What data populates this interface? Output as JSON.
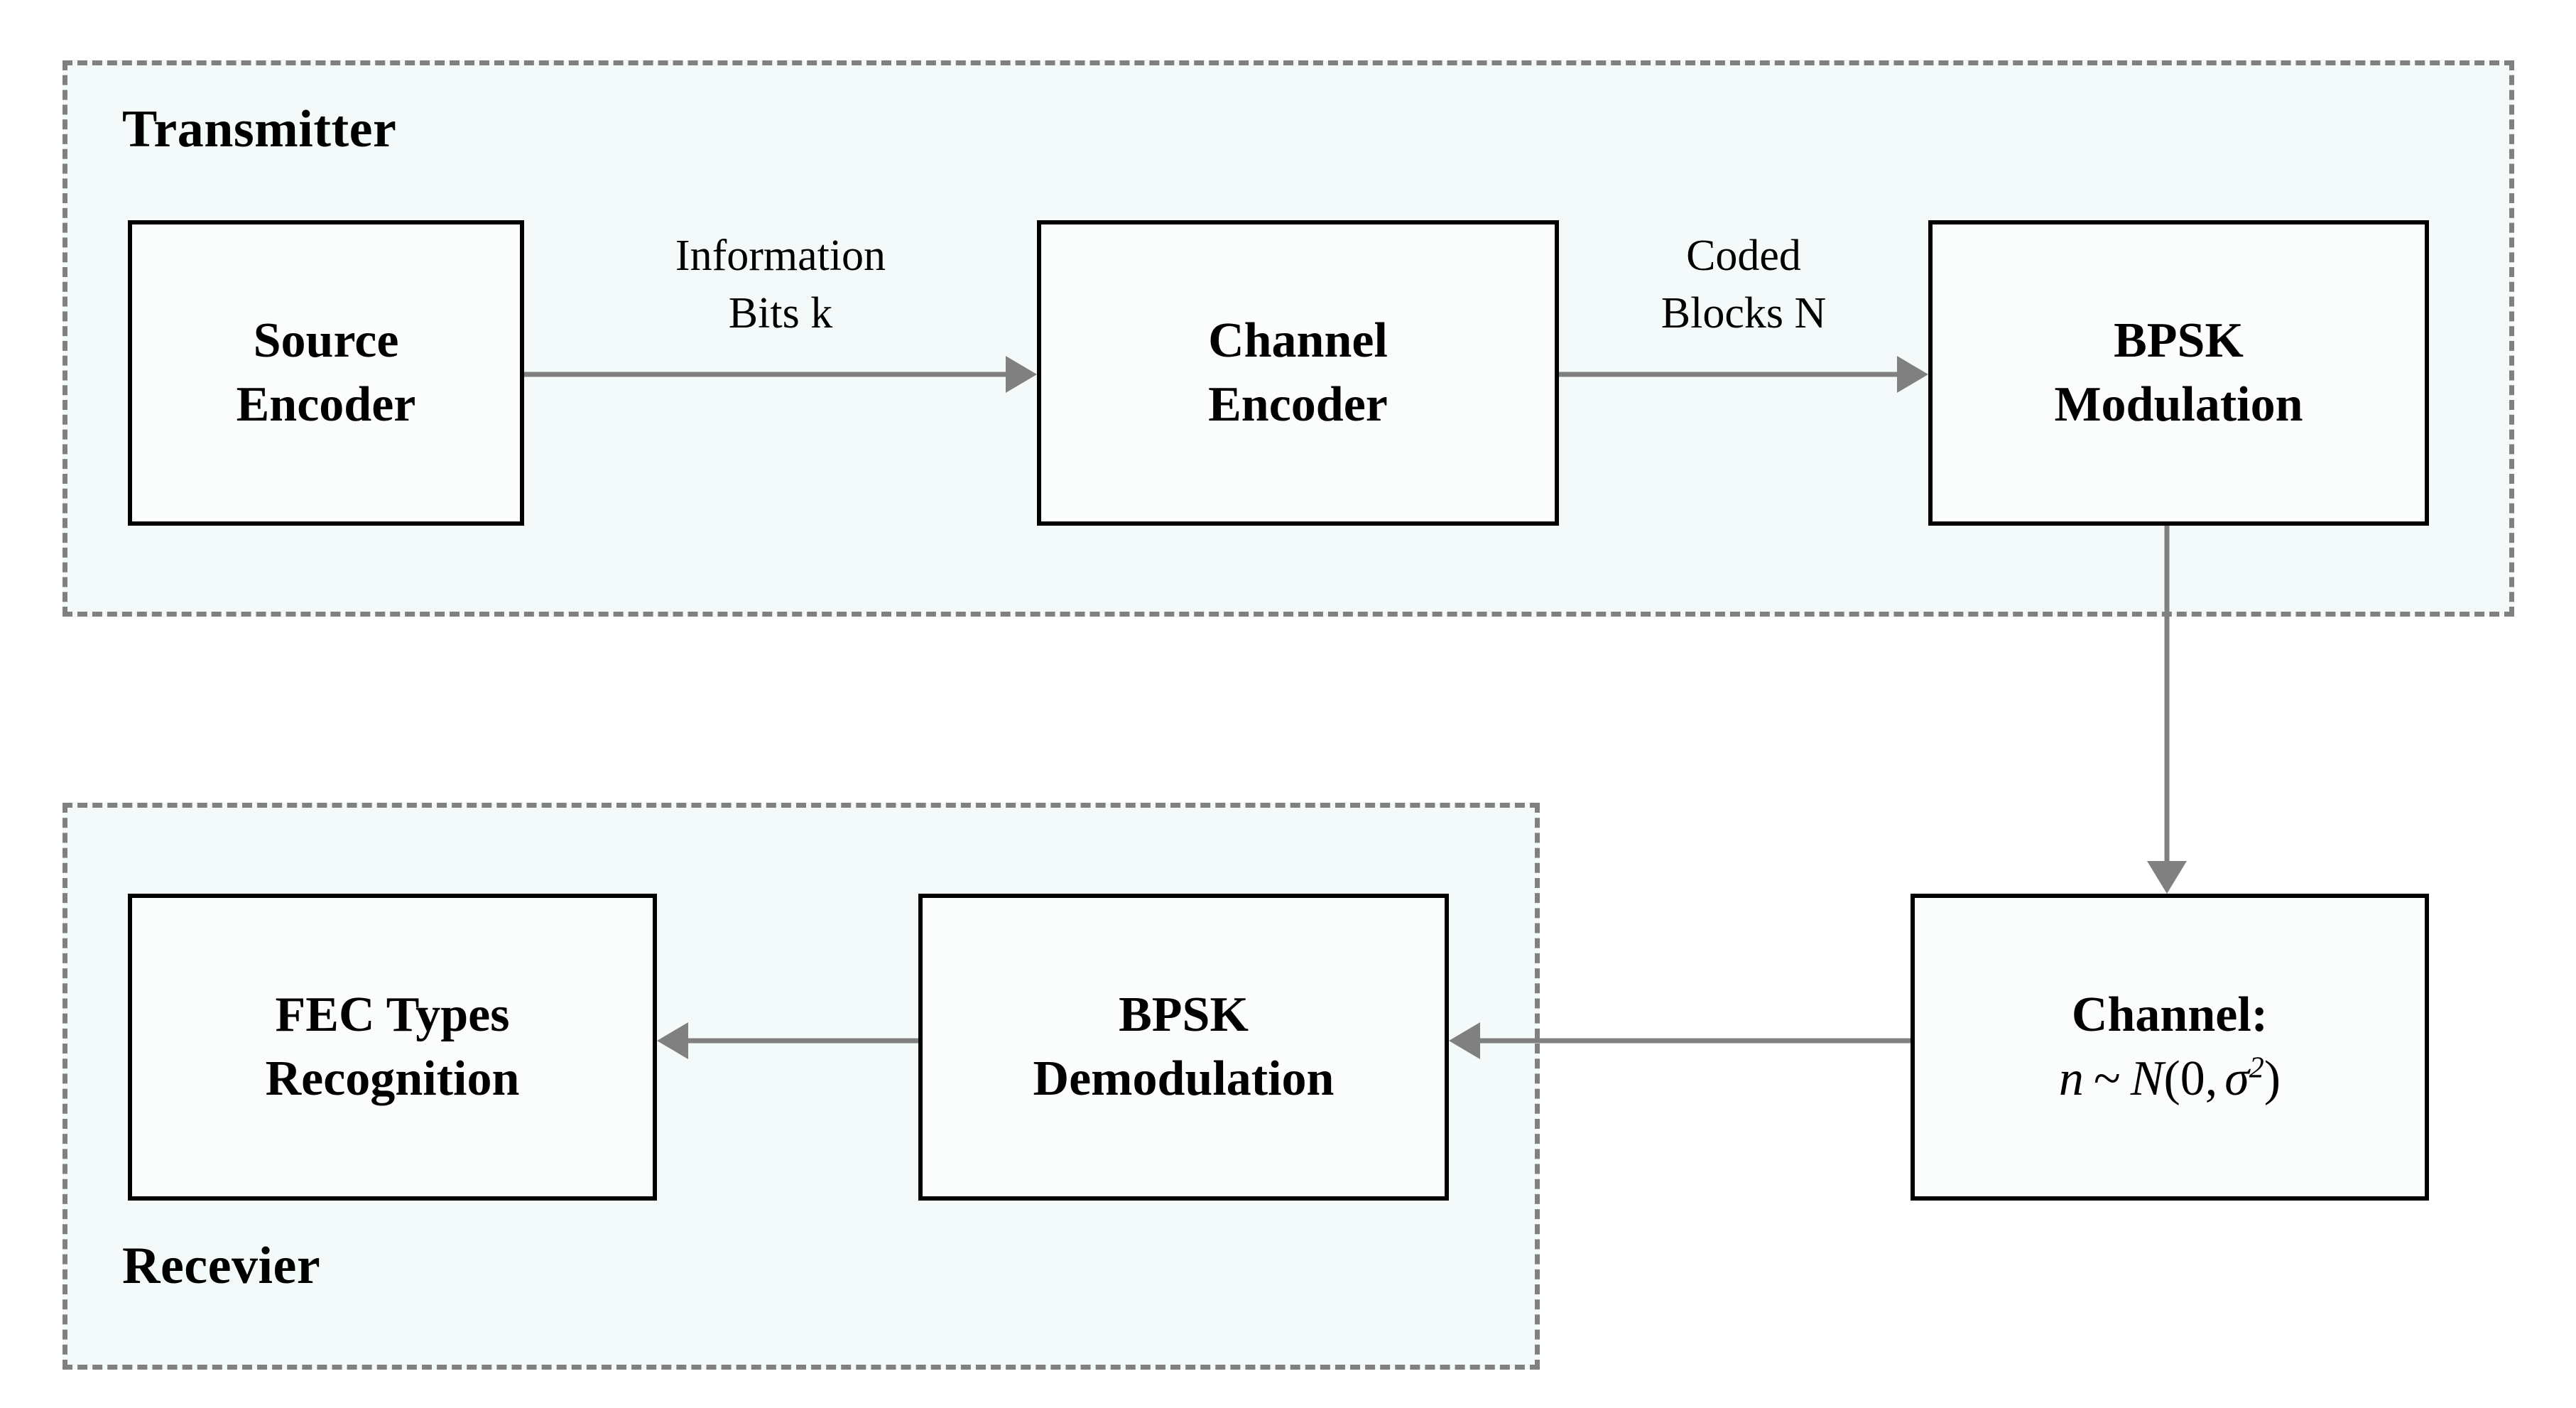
{
  "diagram": {
    "title": "FEC communication system block diagram",
    "colors": {
      "region_fill": "#f4fafa",
      "region_border": "#808080",
      "box_border": "#000000",
      "box_fill": "#fbfdfd",
      "arrow": "#808080",
      "text": "#000000"
    },
    "groups": [
      {
        "id": "transmitter",
        "label": "Transmitter"
      },
      {
        "id": "receiver",
        "label": "Recevier"
      }
    ],
    "boxes": [
      {
        "id": "source-encoder",
        "line1": "Source",
        "line2": "Encoder"
      },
      {
        "id": "channel-encoder",
        "line1": "Channel",
        "line2": "Encoder"
      },
      {
        "id": "bpsk-modulation",
        "line1": "BPSK",
        "line2": "Modulation"
      },
      {
        "id": "channel",
        "line1": "Channel:",
        "math_n": "n",
        "math_tilde": "~",
        "math_N": "N",
        "math_open": "(",
        "math_mean": "0",
        "math_comma": ",",
        "math_sigma": "σ",
        "math_exp": "2",
        "math_close": ")"
      },
      {
        "id": "bpsk-demodulation",
        "line1": "BPSK",
        "line2": "Demodulation"
      },
      {
        "id": "fec-recognition",
        "line1": "FEC Types",
        "line2": "Recognition"
      }
    ],
    "edges": [
      {
        "id": "source-to-channel-encoder",
        "line1": "Information",
        "line2": "Bits k",
        "direction": "right"
      },
      {
        "id": "channel-encoder-to-bpsk",
        "line1": "Coded",
        "line2": "Blocks N",
        "direction": "right"
      },
      {
        "id": "bpsk-to-channel",
        "line1": "",
        "line2": "",
        "direction": "down"
      },
      {
        "id": "channel-to-demod",
        "line1": "",
        "line2": "",
        "direction": "left"
      },
      {
        "id": "demod-to-fec",
        "line1": "",
        "line2": "",
        "direction": "left"
      }
    ]
  }
}
